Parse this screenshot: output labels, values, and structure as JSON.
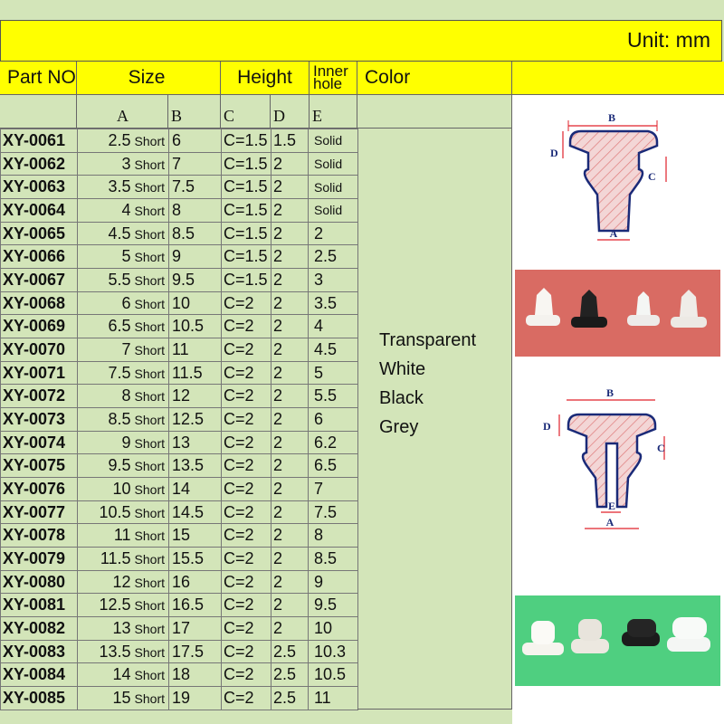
{
  "unit_label": "Unit: mm",
  "headers": {
    "part_no": "Part NO",
    "size": "Size",
    "height": "Height",
    "inner_hole_1": "Inner",
    "inner_hole_2": "hole",
    "color": "Color"
  },
  "sub_headers": {
    "a": "A",
    "b": "B",
    "c": "C",
    "d": "D",
    "e": "E"
  },
  "short_label": "Short",
  "rows": [
    {
      "part": "XY-0061",
      "a": "2.5",
      "b": "6",
      "c": "C=1.5",
      "d": "1.5",
      "e": "Solid"
    },
    {
      "part": "XY-0062",
      "a": "3",
      "b": "7",
      "c": "C=1.5",
      "d": "2",
      "e": "Solid"
    },
    {
      "part": "XY-0063",
      "a": "3.5",
      "b": "7.5",
      "c": "C=1.5",
      "d": "2",
      "e": "Solid"
    },
    {
      "part": "XY-0064",
      "a": "4",
      "b": "8",
      "c": "C=1.5",
      "d": "2",
      "e": "Solid"
    },
    {
      "part": "XY-0065",
      "a": "4.5",
      "b": "8.5",
      "c": "C=1.5",
      "d": "2",
      "e": "2"
    },
    {
      "part": "XY-0066",
      "a": "5",
      "b": "9",
      "c": "C=1.5",
      "d": "2",
      "e": "2.5"
    },
    {
      "part": "XY-0067",
      "a": "5.5",
      "b": "9.5",
      "c": "C=1.5",
      "d": "2",
      "e": "3"
    },
    {
      "part": "XY-0068",
      "a": "6",
      "b": "10",
      "c": "C=2",
      "d": "2",
      "e": "3.5"
    },
    {
      "part": "XY-0069",
      "a": "6.5",
      "b": "10.5",
      "c": "C=2",
      "d": "2",
      "e": "4"
    },
    {
      "part": "XY-0070",
      "a": "7",
      "b": "11",
      "c": "C=2",
      "d": "2",
      "e": "4.5"
    },
    {
      "part": "XY-0071",
      "a": "7.5",
      "b": "11.5",
      "c": "C=2",
      "d": "2",
      "e": "5"
    },
    {
      "part": "XY-0072",
      "a": "8",
      "b": "12",
      "c": "C=2",
      "d": "2",
      "e": "5.5"
    },
    {
      "part": "XY-0073",
      "a": "8.5",
      "b": "12.5",
      "c": "C=2",
      "d": "2",
      "e": "6"
    },
    {
      "part": "XY-0074",
      "a": "9",
      "b": "13",
      "c": "C=2",
      "d": "2",
      "e": "6.2"
    },
    {
      "part": "XY-0075",
      "a": "9.5",
      "b": "13.5",
      "c": "C=2",
      "d": "2",
      "e": "6.5"
    },
    {
      "part": "XY-0076",
      "a": "10",
      "b": "14",
      "c": "C=2",
      "d": "2",
      "e": "7"
    },
    {
      "part": "XY-0077",
      "a": "10.5",
      "b": "14.5",
      "c": "C=2",
      "d": "2",
      "e": "7.5"
    },
    {
      "part": "XY-0078",
      "a": "11",
      "b": "15",
      "c": "C=2",
      "d": "2",
      "e": "8"
    },
    {
      "part": "XY-0079",
      "a": "11.5",
      "b": "15.5",
      "c": "C=2",
      "d": "2",
      "e": "8.5"
    },
    {
      "part": "XY-0080",
      "a": "12",
      "b": "16",
      "c": "C=2",
      "d": "2",
      "e": "9"
    },
    {
      "part": "XY-0081",
      "a": "12.5",
      "b": "16.5",
      "c": "C=2",
      "d": "2",
      "e": "9.5"
    },
    {
      "part": "XY-0082",
      "a": "13",
      "b": "17",
      "c": "C=2",
      "d": "2",
      "e": "10"
    },
    {
      "part": "XY-0083",
      "a": "13.5",
      "b": "17.5",
      "c": "C=2",
      "d": "2.5",
      "e": "10.3"
    },
    {
      "part": "XY-0084",
      "a": "14",
      "b": "18",
      "c": "C=2",
      "d": "2.5",
      "e": "10.5"
    },
    {
      "part": "XY-0085",
      "a": "15",
      "b": "19",
      "c": "C=2",
      "d": "2.5",
      "e": "11"
    }
  ],
  "colors": [
    "Transparent",
    "White",
    "Black",
    "Grey"
  ],
  "diagram_labels": {
    "a": "A",
    "b": "B",
    "c": "C",
    "d": "D",
    "e": "E"
  },
  "palette": {
    "yellow": "#ffff00",
    "table_bg": "#d3e5b9",
    "dimension_red": "#e0202a",
    "outline_blue": "#1a2a78",
    "red_photo_bg": "#d96b63",
    "green_photo_bg": "#4fcf80"
  }
}
